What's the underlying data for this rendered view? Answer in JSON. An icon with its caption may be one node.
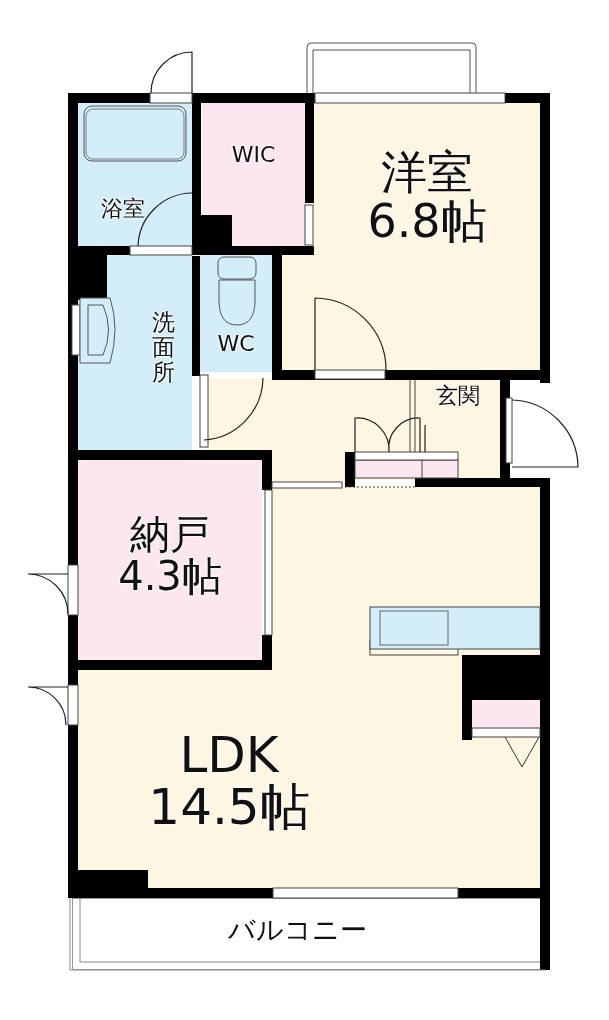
{
  "diagram": {
    "nodes": [
      {
        "text": [
          "浴室"
        ]
      },
      {
        "text": [
          "WIC"
        ]
      },
      {
        "text": [
          "洋室",
          "6.8帖"
        ]
      },
      {
        "text": [
          "洗面所"
        ]
      },
      {
        "text": [
          "WC"
        ]
      },
      {
        "text": [
          "玄関"
        ]
      },
      {
        "text": [
          "納戸",
          "4.3帖"
        ]
      },
      {
        "text": [
          "LDK",
          "14.5帖"
        ]
      },
      {
        "text": [
          "バルコニー"
        ]
      }
    ]
  }
}
